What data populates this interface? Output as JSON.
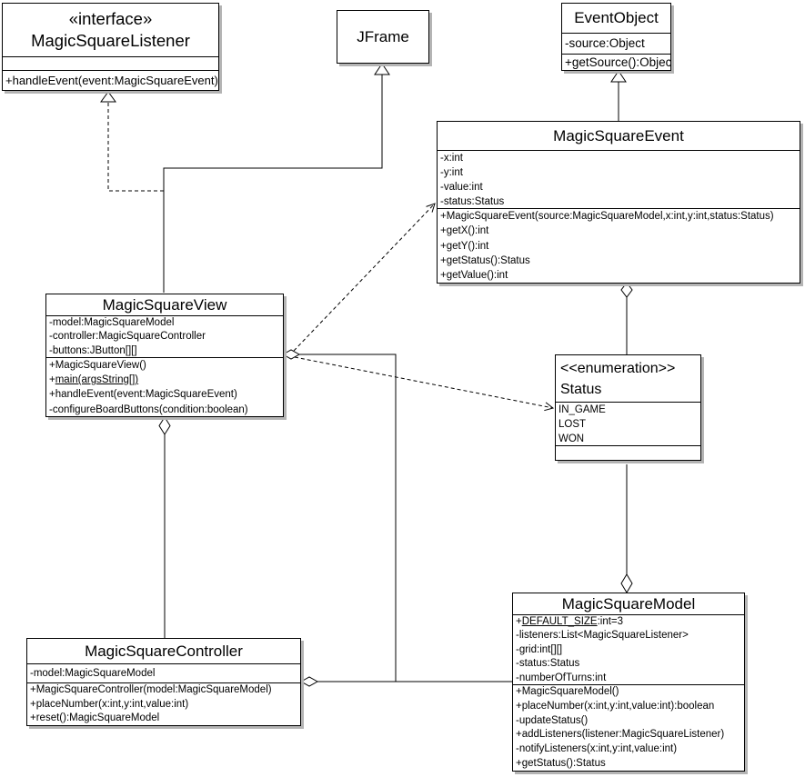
{
  "colors": {
    "background": "#ffffff",
    "box_fill": "#ffffff",
    "border": "#000000",
    "text": "#000000",
    "shadow": "#b4b4b4"
  },
  "classes": {
    "listener": {
      "stereotype": "«interface»",
      "name": "MagicSquareListener",
      "methods": [
        "+handleEvent(event:MagicSquareEvent)"
      ]
    },
    "jframe": {
      "name": "JFrame"
    },
    "eventobject": {
      "name": "EventObject",
      "attributes": [
        "-source:Object"
      ],
      "methods": [
        "+getSource():Object"
      ]
    },
    "event": {
      "name": "MagicSquareEvent",
      "attributes": [
        "-x:int",
        "-y:int",
        "-value:int",
        "-status:Status"
      ],
      "methods": [
        "+MagicSquareEvent(source:MagicSquareModel,x:int,y:int,status:Status)",
        "+getX():int",
        "+getY():int",
        "+getStatus():Status",
        "+getValue():int"
      ]
    },
    "view": {
      "name": "MagicSquareView",
      "attributes": [
        "-model:MagicSquareModel",
        "-controller:MagicSquareController",
        "-buttons:JButton[][]"
      ],
      "method_ctor": "+MagicSquareView()",
      "method_main_prefix": "+",
      "method_main_underlined": "main(argsString[])",
      "method_handle": "+handleEvent(event:MagicSquareEvent)",
      "method_configure": "-configureBoardButtons(condition:boolean)"
    },
    "status": {
      "stereotype": "<<enumeration>>",
      "name": "Status",
      "literals": [
        "IN_GAME",
        "LOST",
        "WON"
      ]
    },
    "model": {
      "name": "MagicSquareModel",
      "attr_default_prefix": "+",
      "attr_default_underlined": "DEFAULT_SIZE",
      "attr_default_suffix": ":int=3",
      "attributes": [
        "-listeners:List<MagicSquareListener>",
        "-grid:int[][]",
        "-status:Status",
        "-numberOfTurns:int"
      ],
      "methods": [
        "+MagicSquareModel()",
        "+placeNumber(x:int,y:int,value:int):boolean",
        "-updateStatus()",
        "+addListeners(listener:MagicSquareListener)",
        "-notifyListeners(x:int,y:int,value:int)",
        "+getStatus():Status"
      ]
    },
    "controller": {
      "name": "MagicSquareController",
      "attributes": [
        "-model:MagicSquareModel"
      ],
      "methods": [
        "+MagicSquareController(model:MagicSquareModel)",
        "+placeNumber(x:int,y:int,value:int)",
        "+reset():MagicSquareModel"
      ]
    }
  },
  "relationships": [
    {
      "from": "MagicSquareView",
      "to": "MagicSquareListener",
      "type": "realization"
    },
    {
      "from": "MagicSquareView",
      "to": "JFrame",
      "type": "generalization"
    },
    {
      "from": "MagicSquareEvent",
      "to": "EventObject",
      "type": "generalization"
    },
    {
      "from": "MagicSquareEvent",
      "to": "Status",
      "type": "aggregation"
    },
    {
      "from": "MagicSquareModel",
      "to": "Status",
      "type": "aggregation"
    },
    {
      "from": "MagicSquareView",
      "to": "MagicSquareController",
      "type": "aggregation"
    },
    {
      "from": "MagicSquareView",
      "to": "MagicSquareModel",
      "type": "aggregation"
    },
    {
      "from": "MagicSquareController",
      "to": "MagicSquareModel",
      "type": "aggregation"
    },
    {
      "from": "MagicSquareView",
      "to": "MagicSquareEvent",
      "type": "dependency"
    },
    {
      "from": "MagicSquareView",
      "to": "Status",
      "type": "dependency"
    }
  ]
}
